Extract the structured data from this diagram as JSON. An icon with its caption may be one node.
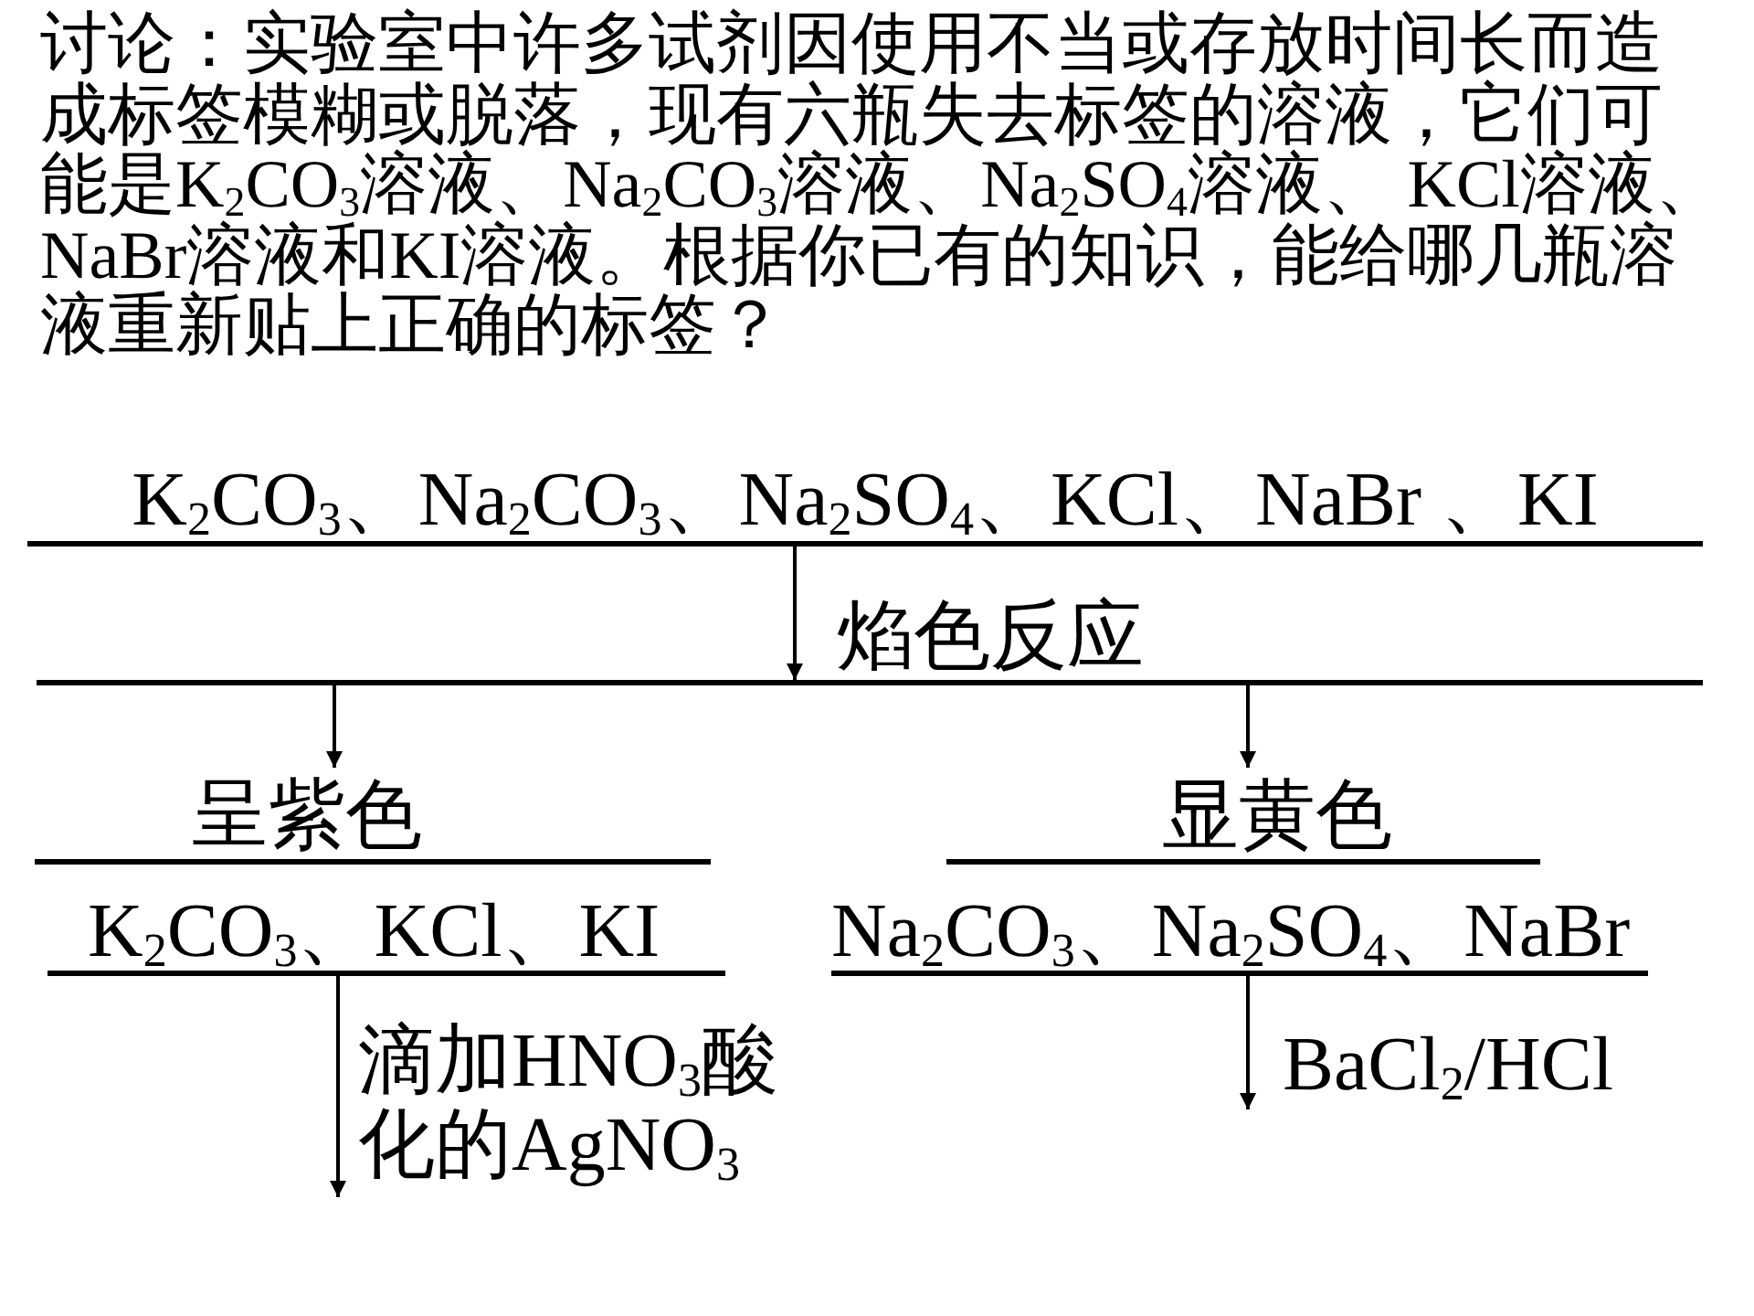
{
  "diagram": {
    "title": "讨论：实验室中许多试剂因使用不当或存放时间长而造成标签模糊或脱落，现有六瓶失去标签的溶液，它们可能是K$_{2}$CO$_{3}$溶液、Na$_{2}$CO$_{3}$溶液、Na$_{2}$SO$_{4}$溶液、 KCl溶液、NaBr溶液和KI溶液。根据你已有的知识，能给哪几瓶溶液重新贴上正确的标签？",
    "nodes": [
      {
        "text": [
          "K$_{2}$CO$_{3}$、Na$_{2}$CO$_{3}$、Na$_{2}$SO$_{4}$、KCl、NaBr 、KI"
        ]
      },
      {
        "text": [],
        "shape": "line"
      },
      {
        "text": [
          "呈紫色"
        ]
      },
      {
        "text": [
          "显黄色"
        ]
      },
      {
        "text": [
          "K$_{2}$CO$_{3}$、KCl、KI"
        ]
      },
      {
        "text": [
          "Na$_{2}$CO$_{3}$、Na$_{2}$SO$_{4}$、NaBr"
        ]
      }
    ],
    "edges": [
      {
        "from": 0,
        "to": 1,
        "arrow": "to",
        "label": "焰色反应"
      },
      {
        "from": 1,
        "to": 2,
        "arrow": "to"
      },
      {
        "from": 1,
        "to": 3,
        "arrow": "to"
      },
      {
        "from": 4,
        "to": null,
        "arrow": "to",
        "label": "滴加HNO$_{3}$酸化的AgNO$_{3}$"
      },
      {
        "from": 5,
        "to": null,
        "arrow": "to",
        "label": "BaCl$_{2}$/HCl"
      }
    ]
  }
}
